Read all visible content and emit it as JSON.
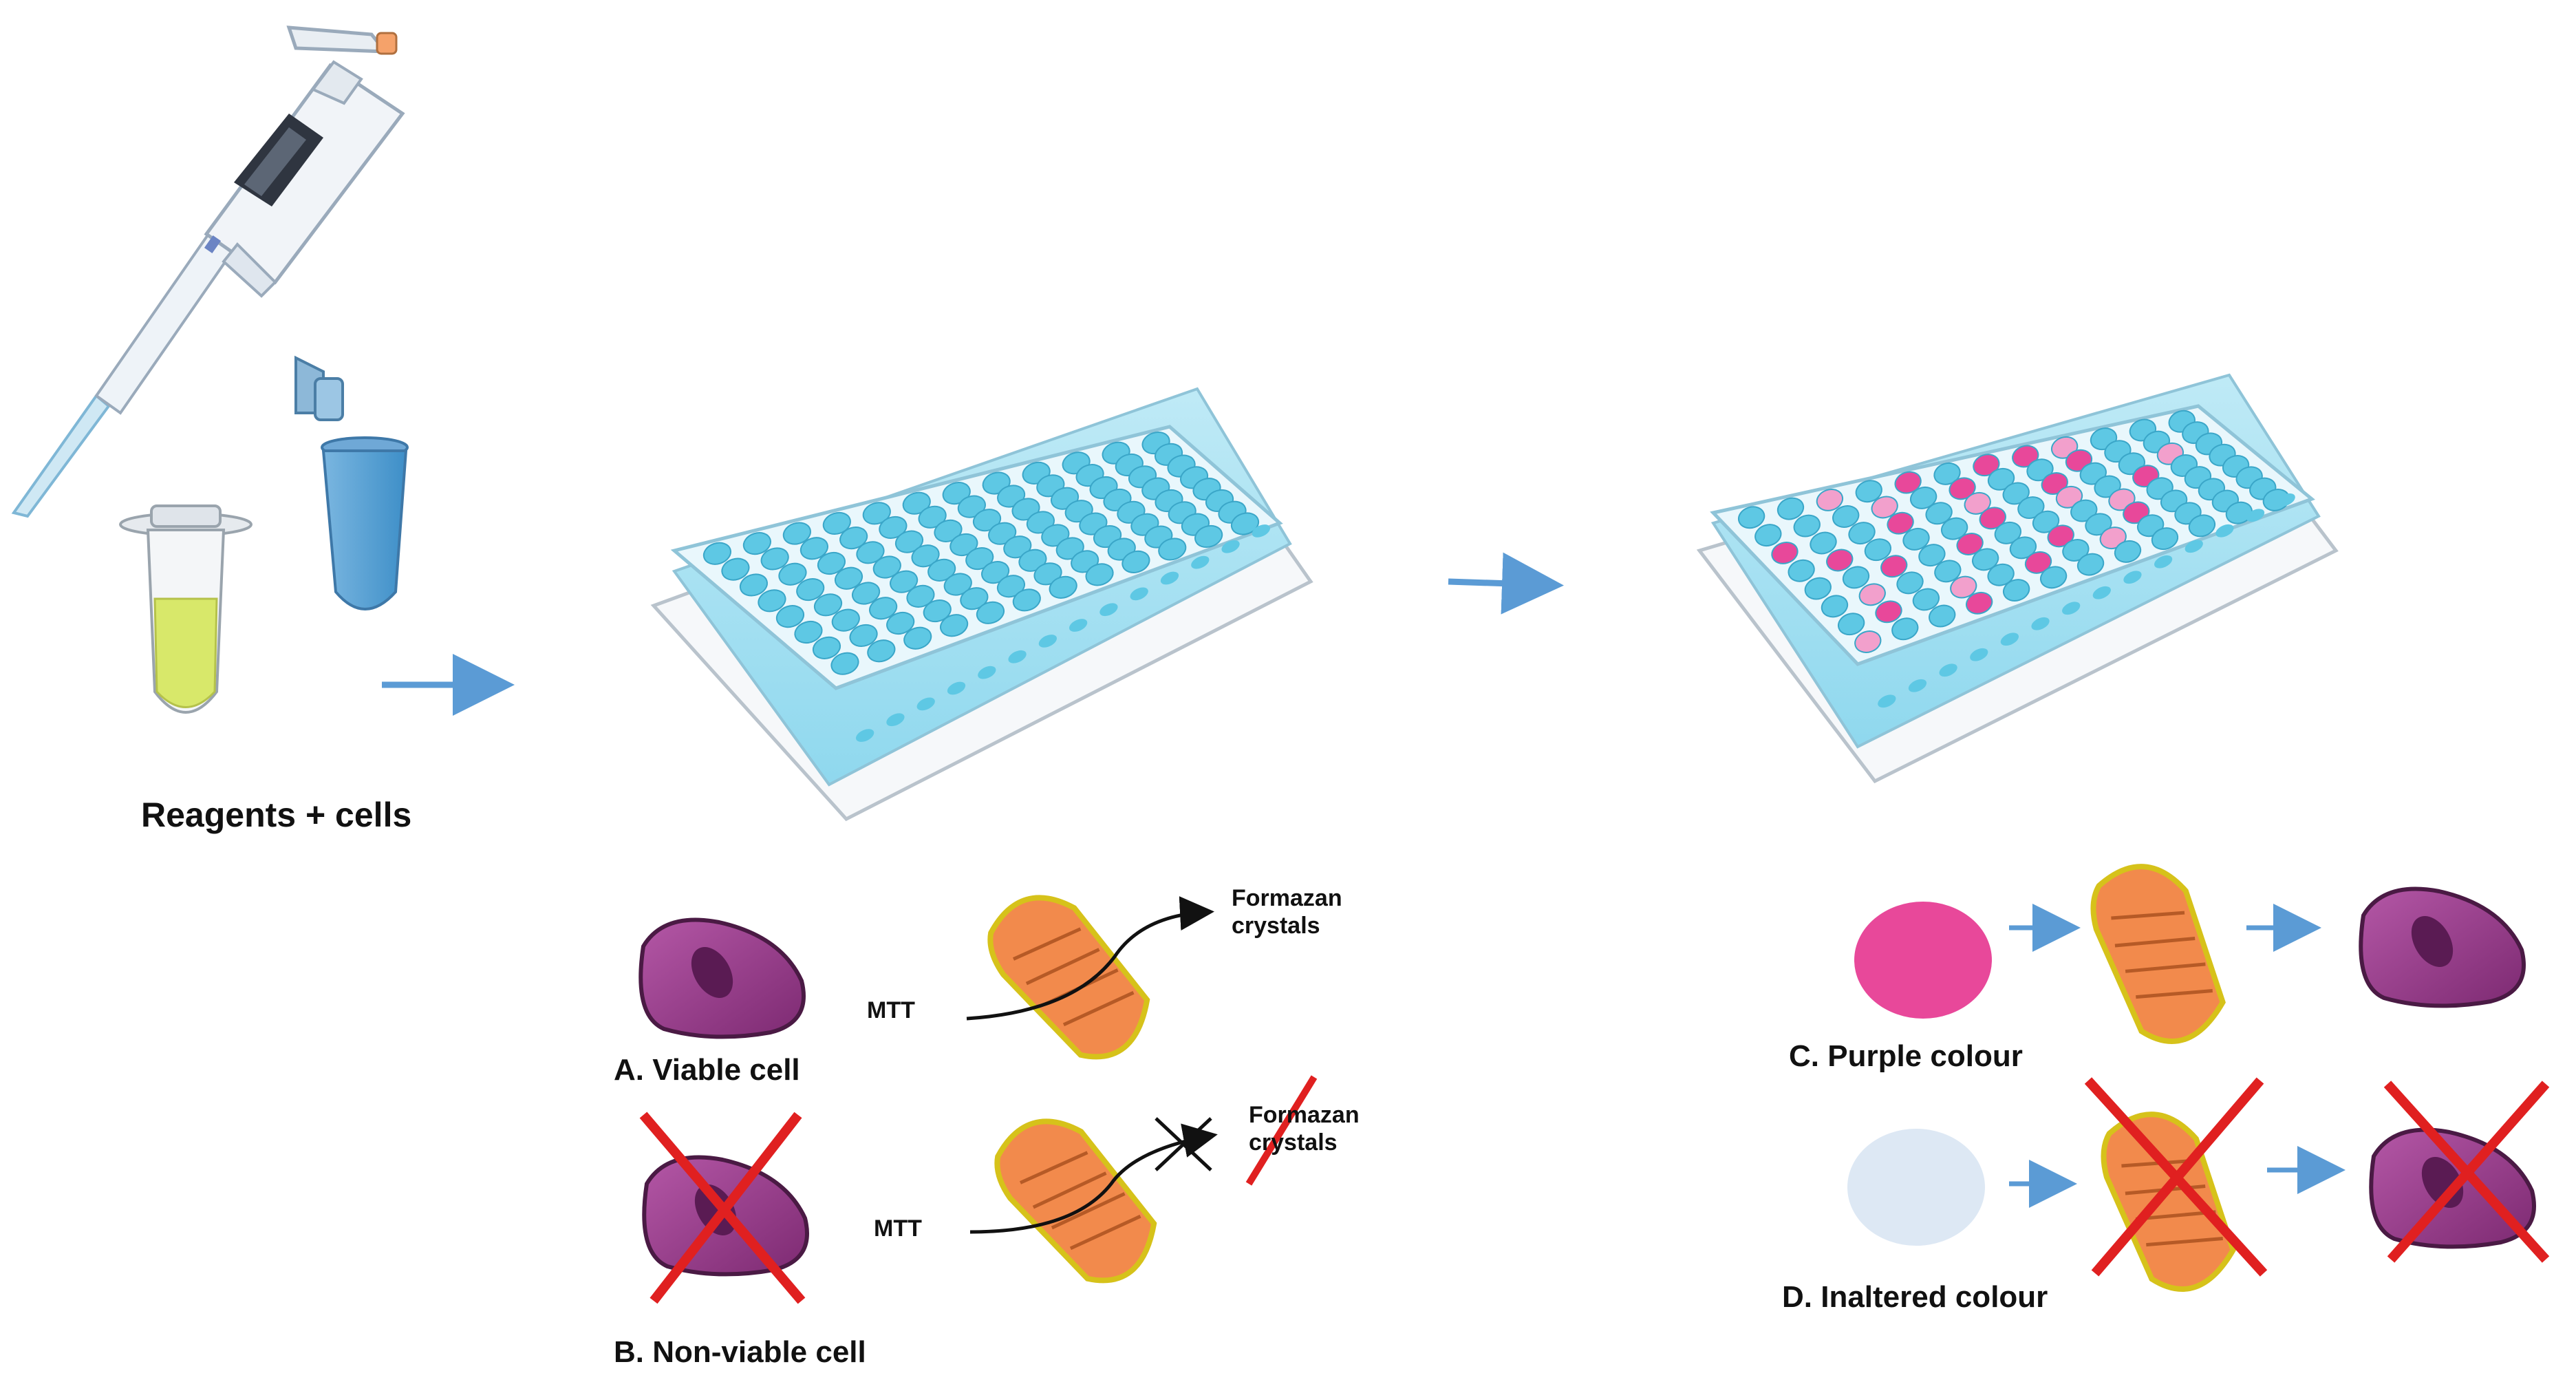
{
  "labels": {
    "reagents": "Reagents + cells",
    "viable": "A. Viable cell",
    "nonviable": "B. Non-viable cell",
    "purple": "C. Purple colour",
    "inaltered": "D. Inaltered colour",
    "mtt": "MTT",
    "formazan_line1": "Formazan",
    "formazan_line2": "crystals"
  },
  "colors": {
    "arrow": "#5b9bd5",
    "cross": "#e02020",
    "plate_well": "#5ec8e4",
    "well_pink": "#e8489a",
    "well_light_pink": "#f2a0cc",
    "cell_purple": "#9b3d8f",
    "mitochondria": "#f28a4c",
    "tube_liquid": "#d8e86a",
    "unaltered_colour": "#dde8f4"
  },
  "plate_layout": {
    "rows": 8,
    "cols": 12,
    "pink_wells": [
      "A5",
      "A7",
      "A8",
      "B6",
      "B9",
      "C1",
      "C4",
      "C8",
      "D2",
      "D6",
      "D10",
      "E3",
      "E5",
      "F7",
      "F9",
      "G2",
      "G6",
      "H4"
    ],
    "light_pink_wells": [
      "A3",
      "A9",
      "B4",
      "C6",
      "C11",
      "D8",
      "E9",
      "F2",
      "G4",
      "G8",
      "H1"
    ]
  },
  "icons": [
    "pipette-icon",
    "tube-yellow-icon",
    "tube-blue-icon",
    "plate-icon",
    "plate-coloured-icon",
    "cell-icon",
    "mitochondria-icon",
    "cross-icon"
  ]
}
